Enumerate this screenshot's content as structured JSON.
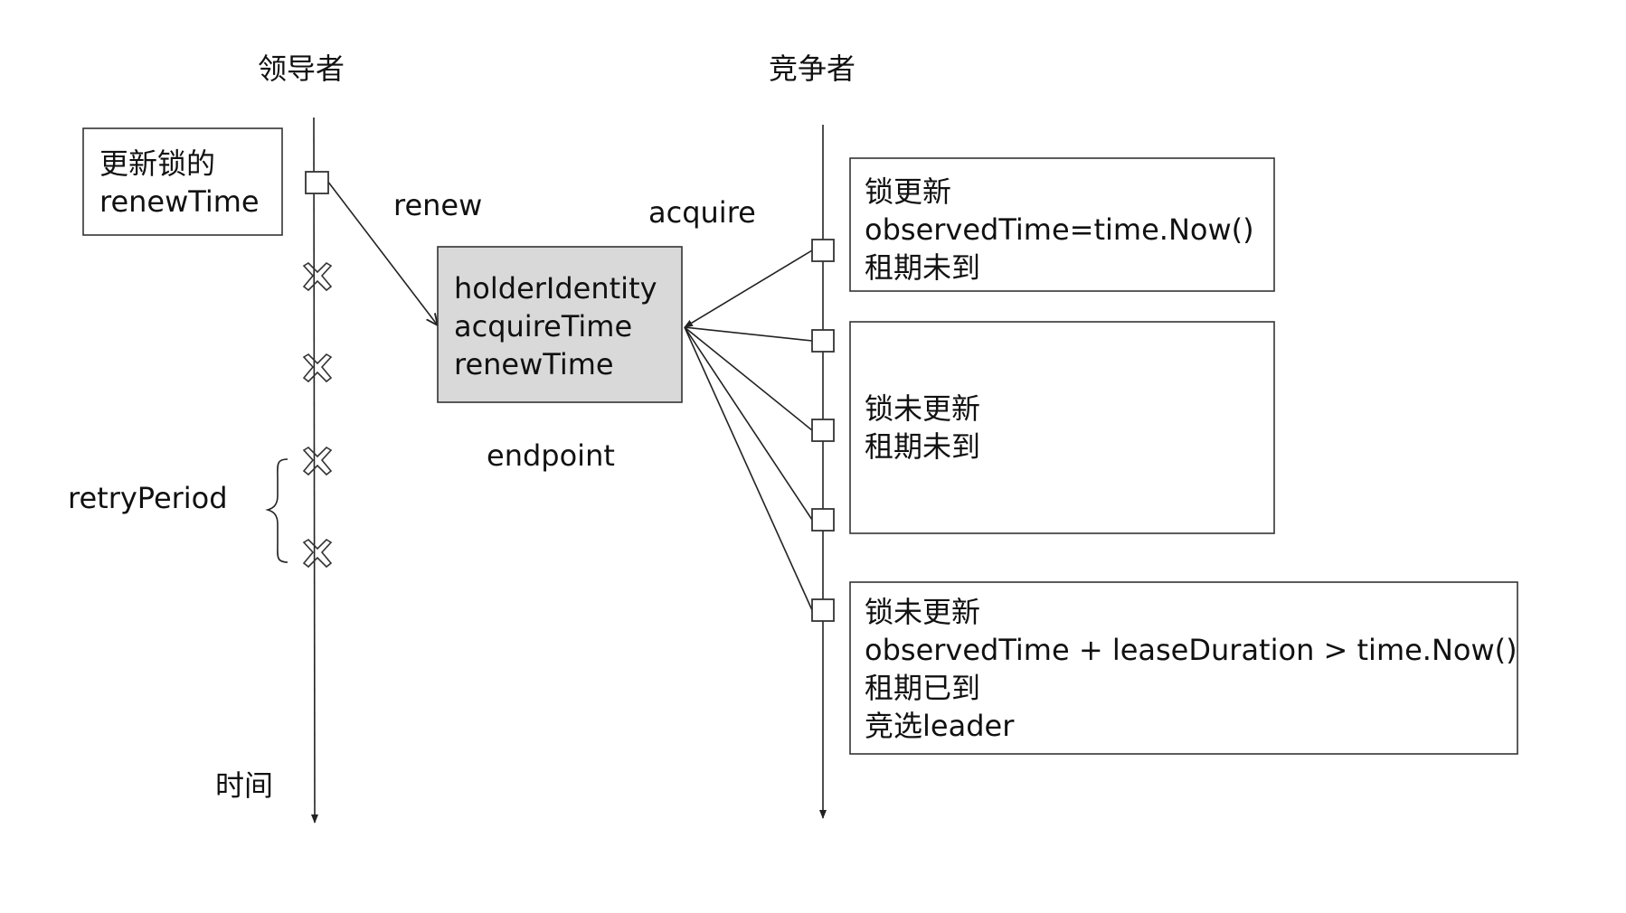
{
  "leader_title": "领导者",
  "competitor_title": "竞争者",
  "leader_note": [
    "更新锁的",
    "renewTime"
  ],
  "renew_label": "renew",
  "acquire_label": "acquire",
  "endpoint_label": "endpoint",
  "endpoint_fields": [
    "holderIdentity",
    "acquireTime",
    "renewTime"
  ],
  "retry_label": "retryPeriod",
  "time_label": "时间",
  "case1": [
    "锁更新",
    "observedTime=time.Now()",
    "租期未到"
  ],
  "case2": [
    "锁未更新",
    "租期未到"
  ],
  "case3": [
    "锁未更新",
    "observedTime + leaseDuration > time.Now()",
    "租期已到",
    "竞选leader"
  ],
  "colors": {
    "endpoint_fill": "#d9d9d9",
    "stroke": "#333333"
  }
}
